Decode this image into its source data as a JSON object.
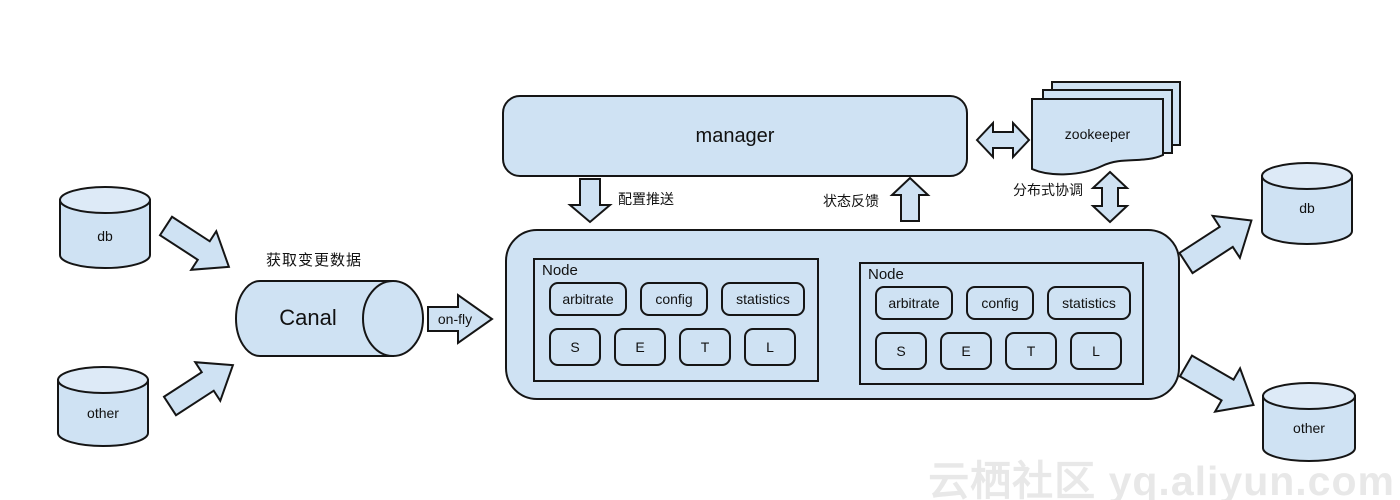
{
  "diagram": {
    "sources": [
      {
        "label": "db"
      },
      {
        "label": "other"
      }
    ],
    "targets": [
      {
        "label": "db"
      },
      {
        "label": "other"
      }
    ],
    "canal": {
      "label": "Canal",
      "capture_label": "获取变更数据",
      "transfer_label": "on-fly"
    },
    "manager": {
      "label": "manager"
    },
    "zookeeper": {
      "label": "zookeeper"
    },
    "links": {
      "config_push": "配置推送",
      "status_feedback": "状态反馈",
      "distributed_coordination": "分布式协调"
    },
    "server": {
      "nodes": [
        {
          "label": "Node",
          "modules": [
            "arbitrate",
            "config",
            "statistics"
          ],
          "stages": [
            "S",
            "E",
            "T",
            "L"
          ]
        },
        {
          "label": "Node",
          "modules": [
            "arbitrate",
            "config",
            "statistics"
          ],
          "stages": [
            "S",
            "E",
            "T",
            "L"
          ]
        }
      ]
    },
    "watermark": {
      "text": "云栖社区 yq.aliyun.com"
    },
    "colors": {
      "shape_fill": "#cfe2f3",
      "shape_fill_light": "#ddeaf7",
      "stroke": "#151515",
      "watermark": "#e9e9e9"
    }
  }
}
